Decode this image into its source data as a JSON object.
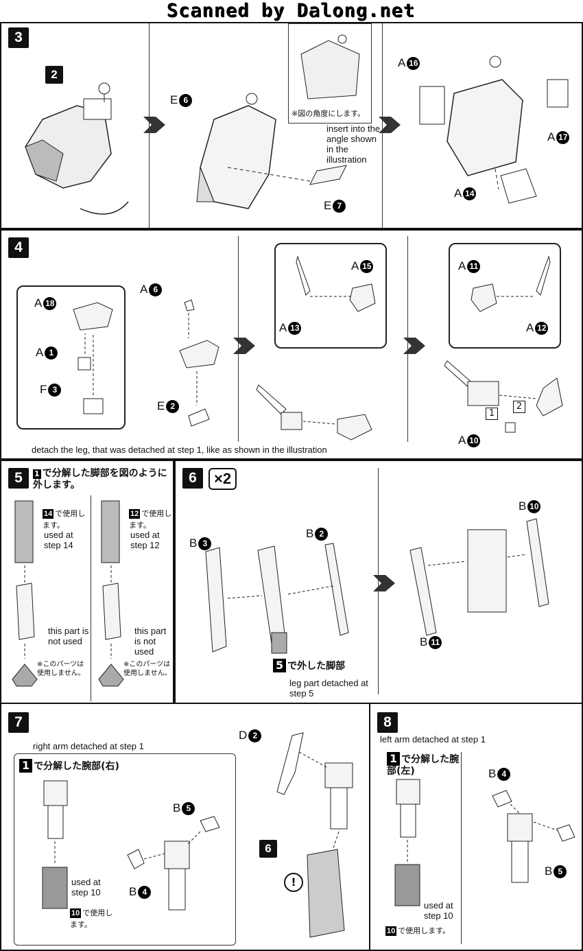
{
  "header": {
    "text": "Scanned by Dalong.net"
  },
  "steps": {
    "s3": {
      "num": "3",
      "labels": {
        "p2": "2",
        "e6": "6",
        "e6_letter": "E",
        "e7": "7",
        "e7_letter": "E",
        "a16": "16",
        "a16_letter": "A",
        "a17": "17",
        "a17_letter": "A",
        "a14": "14",
        "a14_letter": "A"
      },
      "jp_note": "※図の角度にします。",
      "en_note": "insert into the angle shown in the illustration"
    },
    "s4": {
      "num": "4",
      "labels": {
        "a18": "18",
        "a1": "1",
        "f3": "3",
        "a6": "6",
        "e2": "2",
        "a15": "15",
        "a13": "13",
        "a11": "11",
        "a12": "12",
        "a10": "10"
      },
      "letters": {
        "a": "A",
        "f": "F",
        "e": "E"
      },
      "box1": "1",
      "box2": "2",
      "caption": "detach the leg, that was detached at step 1, like as shown in the illustration"
    },
    "s5": {
      "num": "5",
      "title_tag": "1",
      "title_jp": "で分解した脚部を図のように外します。",
      "left": {
        "tag": "14",
        "jp": "で使用します。",
        "en": "used at step 14",
        "notused_en": "this part is not used",
        "notused_jp": "※このパーツは使用しません。"
      },
      "right": {
        "tag": "12",
        "jp": "で使用します。",
        "en": "used at step 12",
        "notused_en": "this part is not used",
        "notused_jp": "※このパーツは使用しません。"
      }
    },
    "s6": {
      "num": "6",
      "multiplier": "×2",
      "labels": {
        "b3": "3",
        "b2": "2",
        "b10": "10",
        "b11": "11"
      },
      "letter": "B",
      "tag": "5",
      "jp": "で外した脚部",
      "en": "leg part detached at step 5"
    },
    "s7": {
      "num": "7",
      "en_title": "right arm detached at step 1",
      "callout_tag": "1",
      "callout_jp": "で分解した腕部(右)",
      "used_en": "used at step 10",
      "used_tag": "10",
      "used_jp": "で使用します。",
      "labels": {
        "b5": "5",
        "b4": "4",
        "d2": "2"
      },
      "letters": {
        "b": "B",
        "d": "D"
      },
      "ref6": "6",
      "warn": "!"
    },
    "s8": {
      "num": "8",
      "en_title": "left arm detached at step 1",
      "tag": "1",
      "jp": "で分解した腕部(左)",
      "used_en": "used at step 10",
      "used_tag": "10",
      "used_jp": "で使用します。",
      "labels": {
        "b4": "4",
        "b5": "5"
      },
      "letter": "B"
    }
  }
}
